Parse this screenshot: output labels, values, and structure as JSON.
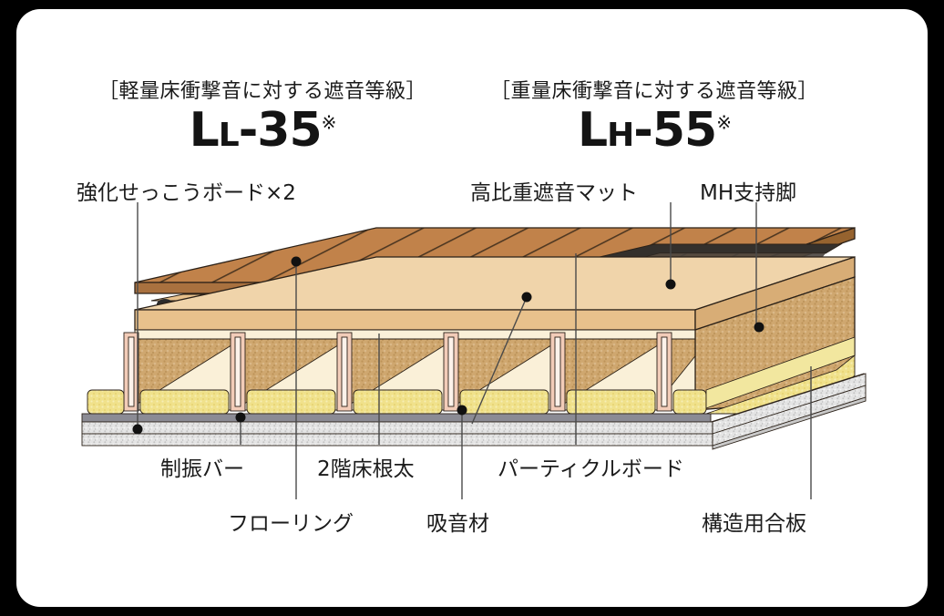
{
  "card": {
    "background": "#ffffff",
    "page_background": "#000000"
  },
  "headings": [
    {
      "bracket": "［軽量床衝撃音に対する遮音等級］",
      "grade_main": "L",
      "grade_sub": "L",
      "grade_value": "-35",
      "asterisk": "※"
    },
    {
      "bracket": "［重量床衝撃音に対する遮音等級］",
      "grade_main": "L",
      "grade_sub": "H",
      "grade_value": "-55",
      "asterisk": "※"
    }
  ],
  "labels": {
    "top": [
      {
        "text": "強化せっこうボード×2",
        "name": "label-reinforced-gypsum-board"
      },
      {
        "text": "高比重遮音マット",
        "name": "label-high-density-soundproof-mat"
      },
      {
        "text": "MH支持脚",
        "name": "label-mh-support-leg"
      }
    ],
    "bottom": [
      {
        "text": "制振バー",
        "name": "label-vibration-damping-bar"
      },
      {
        "text": "2階床根太",
        "name": "label-second-floor-joist"
      },
      {
        "text": "パーティクルボード",
        "name": "label-particle-board"
      },
      {
        "text": "フローリング",
        "name": "label-flooring"
      },
      {
        "text": "吸音材",
        "name": "label-sound-absorbing-material"
      },
      {
        "text": "構造用合板",
        "name": "label-structural-plywood"
      }
    ]
  },
  "diagram": {
    "title": "床衝撃音遮音構造 断面アイソメ図",
    "colors": {
      "flooring_top": "#c1824a",
      "flooring_edge": "#a9713f",
      "plywood": "#e8c18c",
      "plywood_light": "#f0d4aa",
      "particle_board": "#d7b283",
      "osb_face": "#cba46e",
      "joist_cream": "#faf0d8",
      "insulation": "#efe08a",
      "gypsum": "#dcdcdc",
      "gypsum_speckle": "#e9e9e9",
      "damping_bar": "#8b8b94",
      "mat_dark": "#2f2b28",
      "rubber_pad": "#2b2b2b",
      "outline": "#2b2118"
    },
    "layers": [
      "フローリング",
      "高比重遮音マット",
      "パーティクルボード",
      "MH支持脚",
      "構造用合板",
      "2階床根太",
      "吸音材",
      "制振バー",
      "強化せっこうボード×2"
    ]
  }
}
